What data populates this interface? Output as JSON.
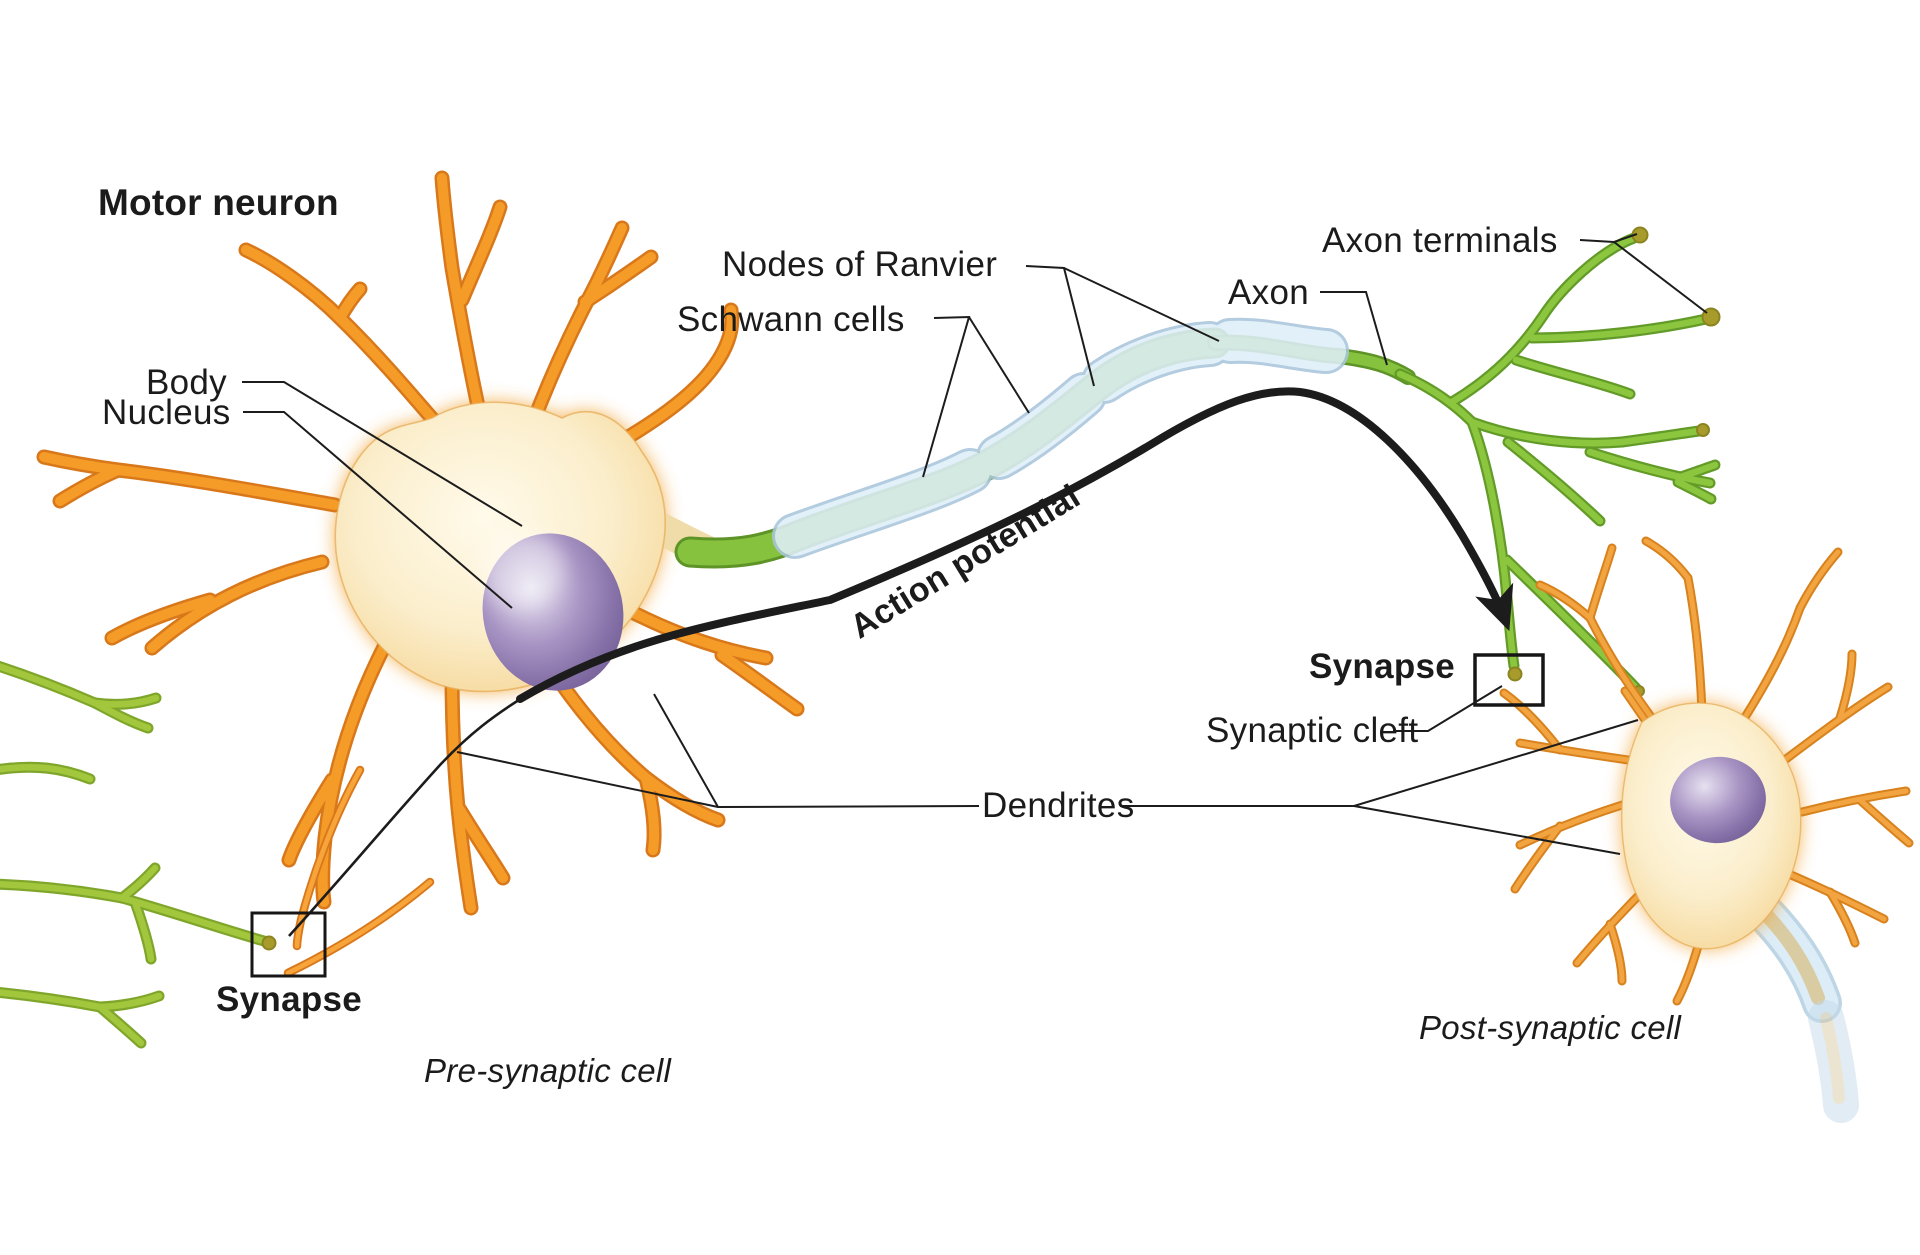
{
  "title": "Motor neuron",
  "labels": {
    "body": "Body",
    "nucleus": "Nucleus",
    "nodes_of_ranvier": "Nodes of Ranvier",
    "schwann_cells": "Schwann cells",
    "axon": "Axon",
    "axon_terminals": "Axon terminals",
    "action_potential": "Action potential",
    "synapse_upper": "Synapse",
    "synaptic_cleft": "Synaptic cleft",
    "dendrites": "Dendrites",
    "synapse_lower": "Synapse",
    "pre_synaptic_cell": "Pre-synaptic cell",
    "post_synaptic_cell": "Post-synaptic cell"
  },
  "colors": {
    "dendrite_orange": "#F59C28",
    "dendrite_outline": "#D8781A",
    "soma_cream": "#FBEECC",
    "nucleus_purple": "#8A74AC",
    "axon_green": "#86C23E",
    "myelin_blue": "#DCEDF8",
    "terminal_olive": "#A79B2B",
    "annotation_black": "#1C1C1C",
    "background": "#FFFFFF"
  }
}
